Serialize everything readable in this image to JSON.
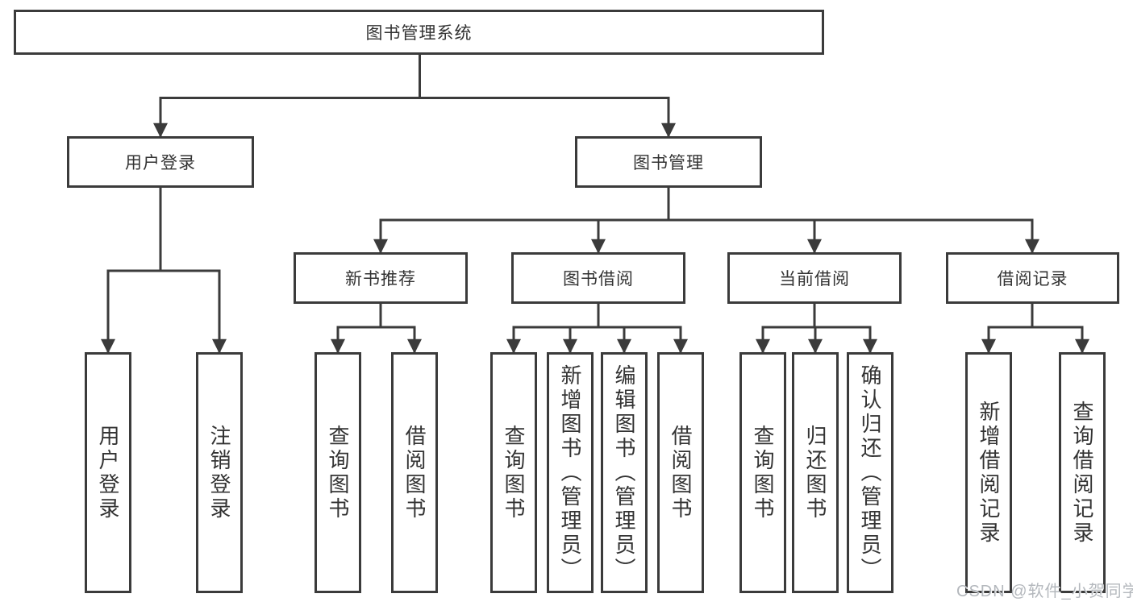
{
  "tree": {
    "label": "图书管理系统",
    "children": [
      {
        "label": "用户登录",
        "children": [
          {
            "label": "用户登录"
          },
          {
            "label": "注销登录"
          }
        ]
      },
      {
        "label": "图书管理",
        "children": [
          {
            "label": "新书推荐",
            "children": [
              {
                "label": "查询图书"
              },
              {
                "label": "借阅图书"
              }
            ]
          },
          {
            "label": "图书借阅",
            "children": [
              {
                "label": "查询图书"
              },
              {
                "label": "新增图书（管理员）"
              },
              {
                "label": "编辑图书（管理员）"
              },
              {
                "label": "借阅图书"
              }
            ]
          },
          {
            "label": "当前借阅",
            "children": [
              {
                "label": "查询图书"
              },
              {
                "label": "归还图书"
              },
              {
                "label": "确认归还（管理员）"
              }
            ]
          },
          {
            "label": "借阅记录",
            "children": [
              {
                "label": "新增借阅记录"
              },
              {
                "label": "查询借阅记录"
              }
            ]
          }
        ]
      }
    ]
  },
  "watermark": {
    "text": "CSDN @软件_小贺同学"
  },
  "colors": {
    "line": "#3b3b3b",
    "box_border": "#3b3b3b",
    "text": "#333333",
    "watermark": "#b4b8bd",
    "background": "#ffffff"
  }
}
